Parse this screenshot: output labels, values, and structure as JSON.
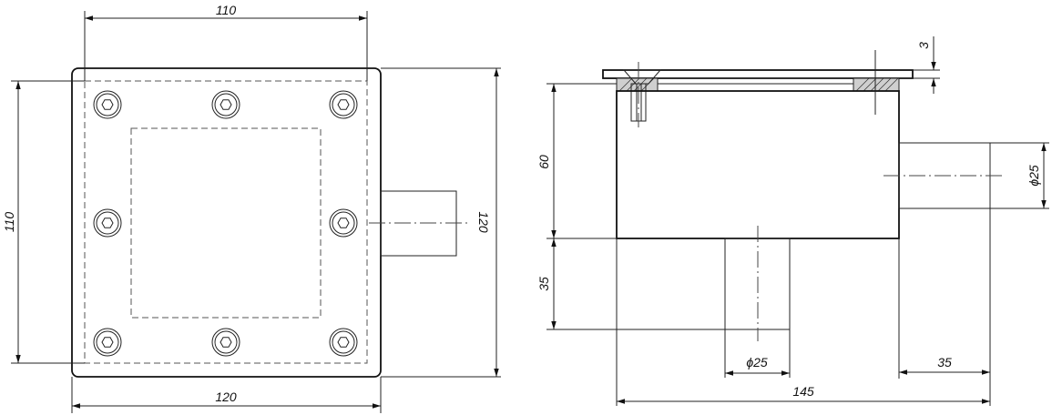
{
  "top_view": {
    "dim_top": "110",
    "dim_bottom": "120",
    "dim_left": "110",
    "dim_right": "120"
  },
  "side_view": {
    "dim_plate_thickness": "3",
    "dim_body_height": "60",
    "dim_bottom_outlet_length": "35",
    "dim_bottom_outlet_diameter": "ϕ25",
    "dim_side_outlet_diameter": "ϕ25",
    "dim_side_outlet_length": "35",
    "dim_overall_width": "145"
  },
  "colors": {
    "line": "#111111",
    "background": "#ffffff"
  },
  "icons": {
    "bolt": "hex-socket-screw-icon"
  }
}
